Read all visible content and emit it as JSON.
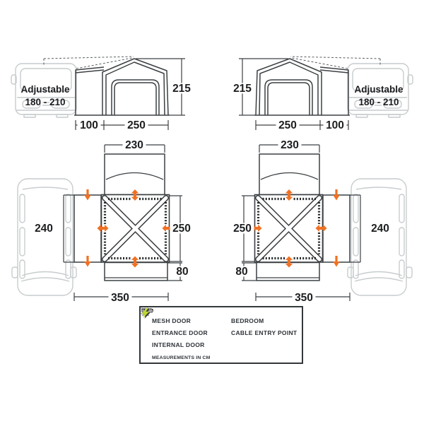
{
  "views": {
    "elevation": {
      "height": "215",
      "tunnel_width": "100",
      "awning_width": "250",
      "adjustable_label_line1": "Adjustable",
      "adjustable_label_line2": "180 - 210"
    },
    "plan": {
      "bedroom_width": "230",
      "tunnel_length": "240",
      "awning_depth": "250",
      "canopy_depth": "80",
      "total_width": "350"
    }
  },
  "legend": {
    "items": [
      {
        "icon": "mesh-door-icon",
        "label": "MESH DOOR"
      },
      {
        "icon": "entrance-door-icon",
        "label": "ENTRANCE DOOR"
      },
      {
        "icon": "internal-door-icon",
        "label": "INTERNAL DOOR"
      },
      {
        "icon": "bedroom-icon",
        "label": "BEDROOM"
      },
      {
        "icon": "cable-entry-point-icon",
        "label": "CABLE ENTRY POINT"
      }
    ],
    "note": "MEASUREMENTS IN CM"
  },
  "colors": {
    "accent_orange": "#f07123",
    "line_dark": "#3c4043",
    "vehicle_gray": "#c7ccce",
    "bolt_yellow": "#c2d832"
  }
}
